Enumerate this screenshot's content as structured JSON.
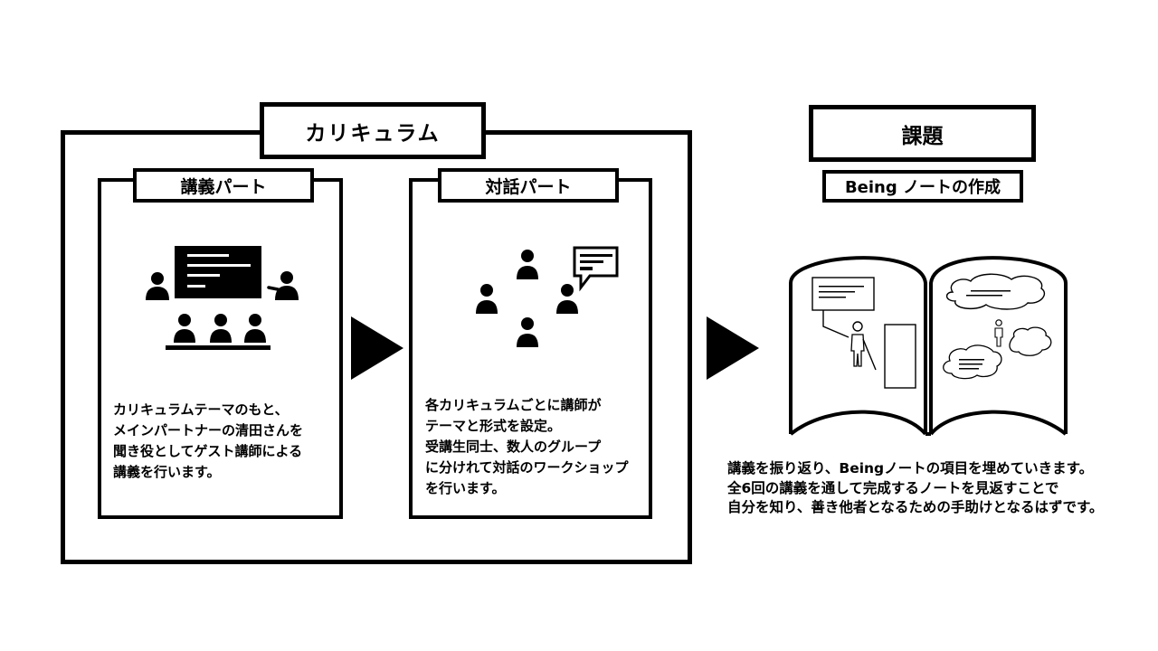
{
  "curriculum": {
    "title": "カリキュラム",
    "lecture": {
      "title": "講義パート",
      "description": "カリキュラムテーマのもと、\nメインパートナーの清田さんを\n聞き役としてゲスト講師による\n講義を行います。"
    },
    "dialogue": {
      "title": "対話パート",
      "description": "各カリキュラムごとに講師が\nテーマと形式を設定。\n受講生同士、数人のグループ\nに分けれて対話のワークショップ\nを行います。"
    }
  },
  "assignment": {
    "title": "課題",
    "subtitle": "Being ノートの作成",
    "description": "講義を振り返り、Beingノートの項目を埋めていきます。\n全6回の講義を通して完成するノートを見返すことで\n自分を知り、善き他者となるための手助けとなるはずです。"
  },
  "icons": {
    "lecture": "lecture-classroom-icon",
    "dialogue": "group-dialogue-icon",
    "note": "open-notebook-icon",
    "arrow": "right-triangle-arrow-icon"
  },
  "colors": {
    "stroke": "#000000",
    "background": "#ffffff"
  }
}
